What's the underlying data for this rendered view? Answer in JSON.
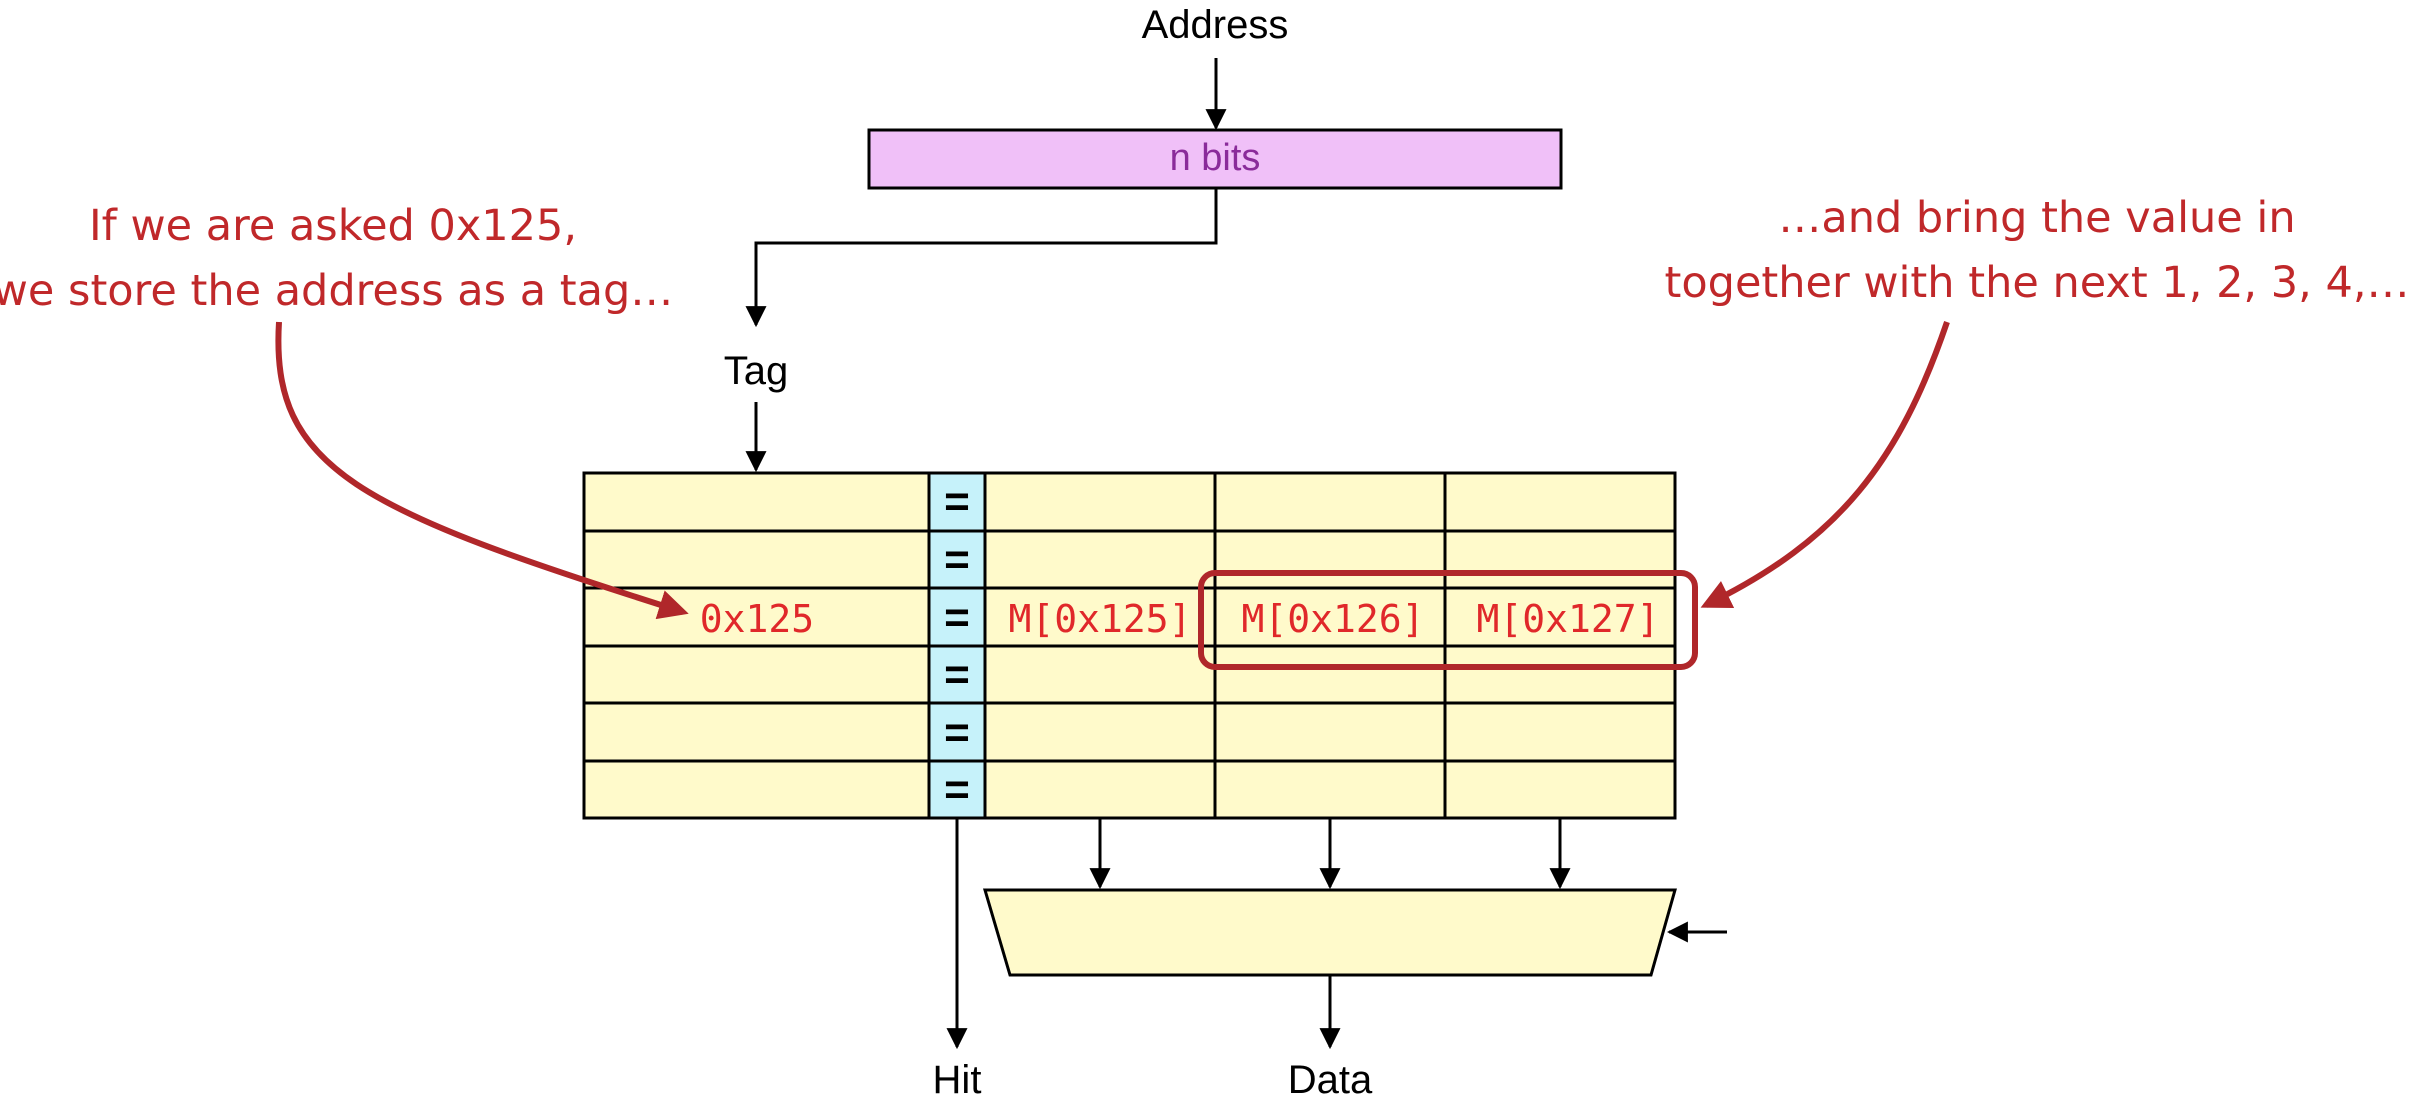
{
  "labels": {
    "address": "Address",
    "n_bits": "n bits",
    "tag": "Tag",
    "hit": "Hit",
    "data": "Data",
    "equals": "="
  },
  "annotations": {
    "left": [
      "If we are asked 0x125,",
      "we store the address as a tag…"
    ],
    "right": [
      "…and bring the value in",
      "together with the next 1, 2, 3, 4,…"
    ]
  },
  "highlighted_row": {
    "tag": "0x125",
    "data": [
      "M[0x125]",
      "M[0x126]",
      "M[0x127]"
    ]
  },
  "colors": {
    "n_bits_fill": "#f0c0f8",
    "n_bits_text": "#8a2b9a",
    "cell_fill": "#fffacb",
    "compare_fill": "#c6f2fa",
    "annotation": "#c0282a",
    "highlight_box": "#b0272a",
    "line": "#000000"
  }
}
